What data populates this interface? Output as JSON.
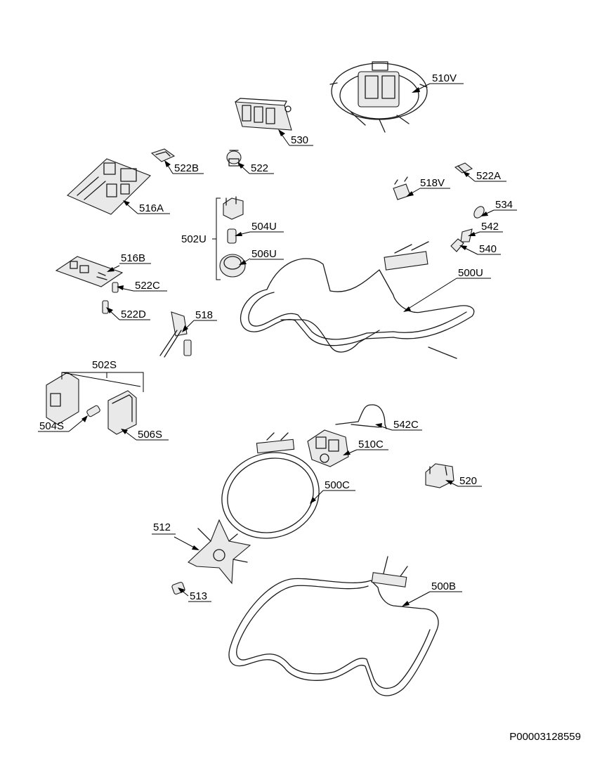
{
  "labels": {
    "p510V": "510V",
    "p530": "530",
    "p522B": "522B",
    "p522": "522",
    "p522A": "522A",
    "p518V": "518V",
    "p516A": "516A",
    "p534": "534",
    "p502U": "502U",
    "p504U": "504U",
    "p542": "542",
    "p540": "540",
    "p506U": "506U",
    "p516B": "516B",
    "p500U": "500U",
    "p522C": "522C",
    "p522D": "522D",
    "p518": "518",
    "p502S": "502S",
    "p504S": "504S",
    "p506S": "506S",
    "p542C": "542C",
    "p510C": "510C",
    "p520": "520",
    "p500C": "500C",
    "p512": "512",
    "p513": "513",
    "p500B": "500B"
  },
  "footer": {
    "code": "P00003128559"
  }
}
